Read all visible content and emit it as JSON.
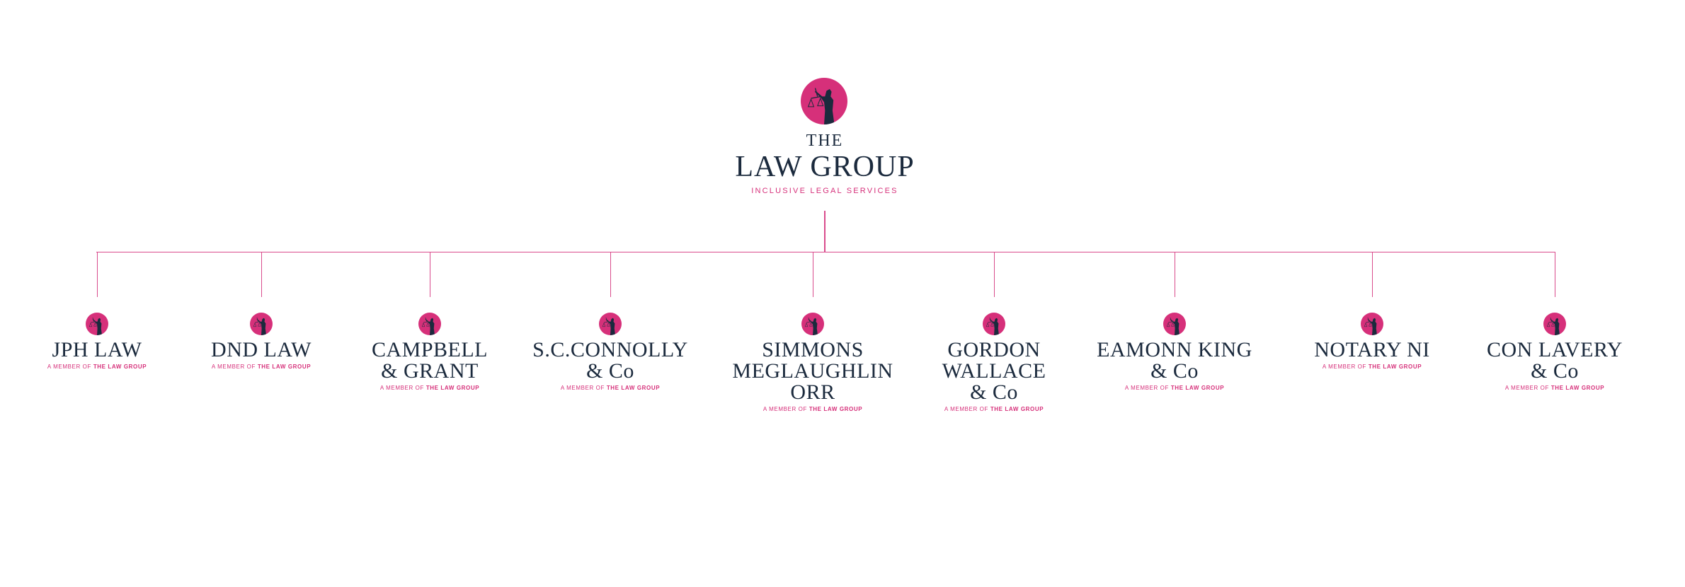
{
  "parent": {
    "the": "THE",
    "name": "LAW GROUP",
    "tagline": "INCLUSIVE LEGAL SERVICES",
    "icon": "scales-of-justice-icon"
  },
  "member_prefix": "A MEMBER OF",
  "member_group": "THE LAW GROUP",
  "colors": {
    "navy": "#1b2a3d",
    "pink": "#d6307a",
    "line": "#d94b8c"
  },
  "children": [
    {
      "lines": [
        "JPH LAW"
      ]
    },
    {
      "lines": [
        "DND LAW"
      ]
    },
    {
      "lines": [
        "CAMPBELL",
        "& GRANT"
      ]
    },
    {
      "lines": [
        "S.C.CONNOLLY",
        "& Co"
      ]
    },
    {
      "lines": [
        "SIMMONS",
        "MEGLAUGHLIN",
        "ORR"
      ]
    },
    {
      "lines": [
        "GORDON",
        "WALLACE",
        "& Co"
      ]
    },
    {
      "lines": [
        "EAMONN KING",
        "& Co"
      ]
    },
    {
      "lines": [
        "NOTARY NI"
      ]
    },
    {
      "lines": [
        "CON LAVERY",
        "& Co"
      ]
    }
  ]
}
